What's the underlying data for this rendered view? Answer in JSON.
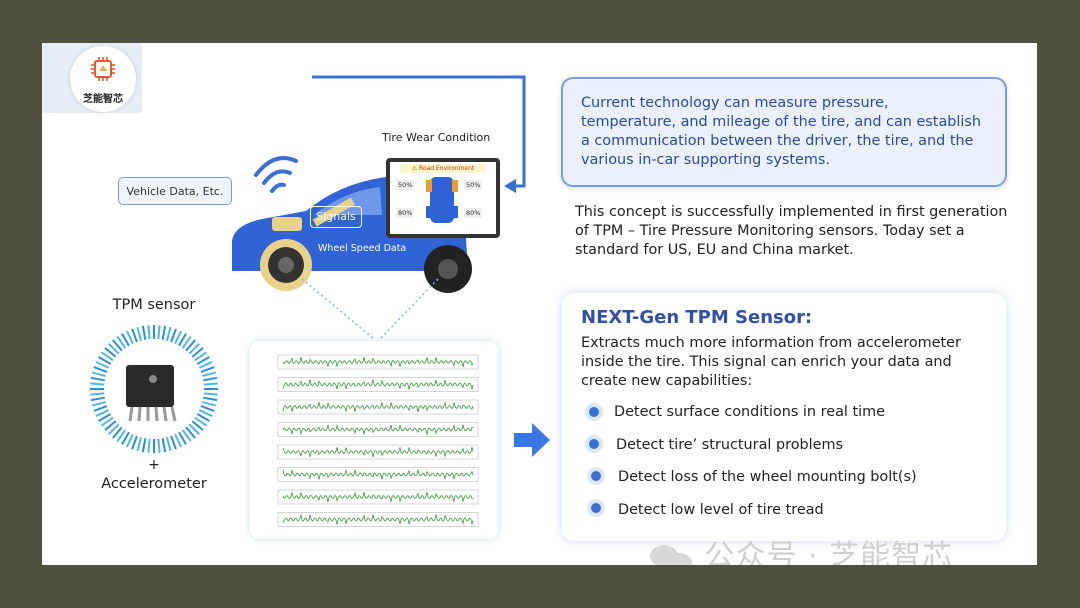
{
  "logo": {
    "text": "芝能智芯"
  },
  "diagram": {
    "vehicle_data": "Vehicle Data, Etc.",
    "signals": "Signals",
    "wheel_speed": "Wheel Speed Data",
    "tire_wear_title": "Tire Wear Condition",
    "screen_header": "Road Environment",
    "tire_percents": [
      "50%",
      "50%",
      "80%",
      "80%"
    ],
    "tpm_sensor": "TPM sensor",
    "plus": "+",
    "accelerometer": "Accelerometer"
  },
  "top_box": {
    "text": "Current technology can measure pressure, temperature, and mileage of the tire, and can establish a communication between the driver, the tire, and the various in-car supporting systems."
  },
  "concept": {
    "text": "This concept is successfully implemented in first generation of TPM  – Tire Pressure Monitoring sensors. Today set a standard for US, EU and China market."
  },
  "next_gen": {
    "title": "NEXT-Gen TPM Sensor:",
    "description": "Extracts much more information from accelerometer inside the tire. This signal can enrich your data and create new capabilities:",
    "bullets": [
      "Detect surface conditions in real time",
      "Detect tire’ structural problems",
      "Detect loss of the wheel mounting bolt(s)",
      "Detect low level of tire tread"
    ]
  },
  "watermark": "公众号 · 芝能智芯",
  "colors": {
    "accent": "#3a6fd6",
    "car": "#2f63d6",
    "wheel_ring": "#e8d28a",
    "plot": "#3a9a3a"
  }
}
